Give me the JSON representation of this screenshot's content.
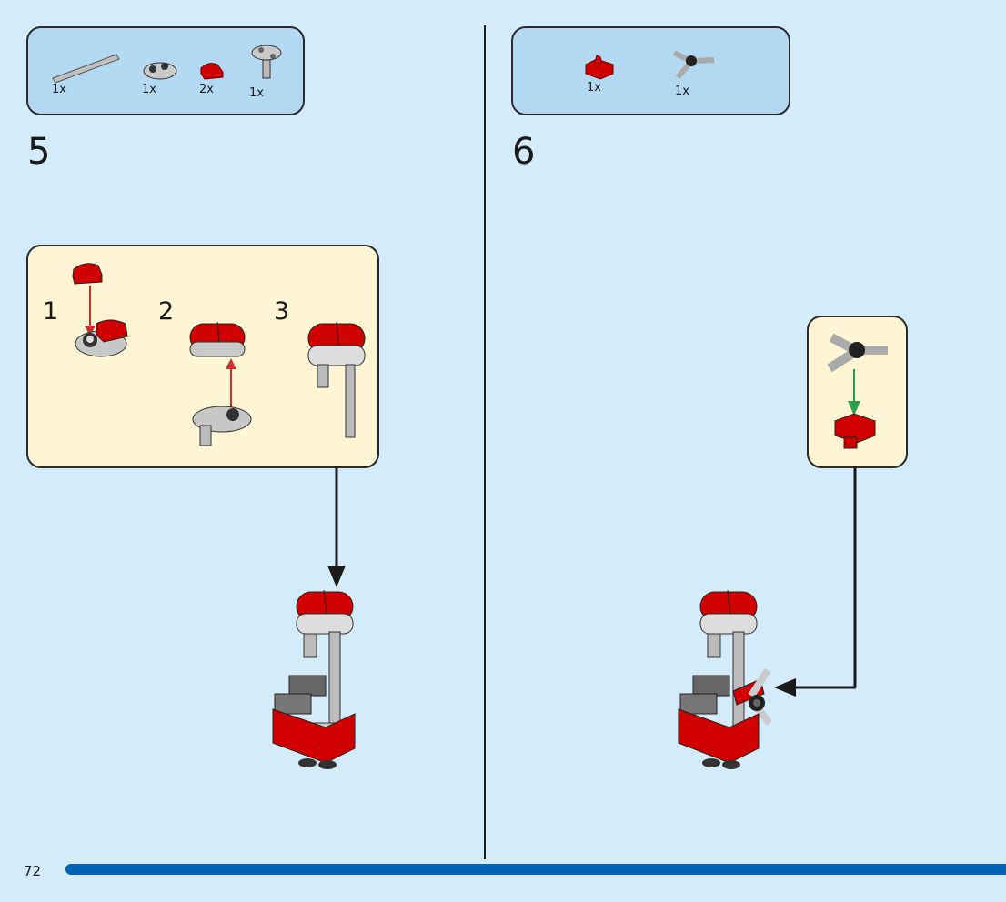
{
  "page": {
    "number": "72",
    "accent_color": "#0062b0",
    "background_color": "#d4ebfa"
  },
  "step5": {
    "number": "5",
    "parts": [
      {
        "icon": "technic-axle-gray",
        "qty": "1x"
      },
      {
        "icon": "plate-1x2-rounded-gray",
        "qty": "1x"
      },
      {
        "icon": "tile-quarter-round-red",
        "qty": "2x"
      },
      {
        "icon": "plate-with-pin-gray",
        "qty": "1x"
      }
    ],
    "substeps": [
      {
        "number": "1"
      },
      {
        "number": "2"
      },
      {
        "number": "3"
      }
    ]
  },
  "step6": {
    "number": "6",
    "parts": [
      {
        "icon": "plate-with-clip-red",
        "qty": "1x"
      },
      {
        "icon": "three-bar-connector-gray",
        "qty": "1x"
      }
    ]
  }
}
